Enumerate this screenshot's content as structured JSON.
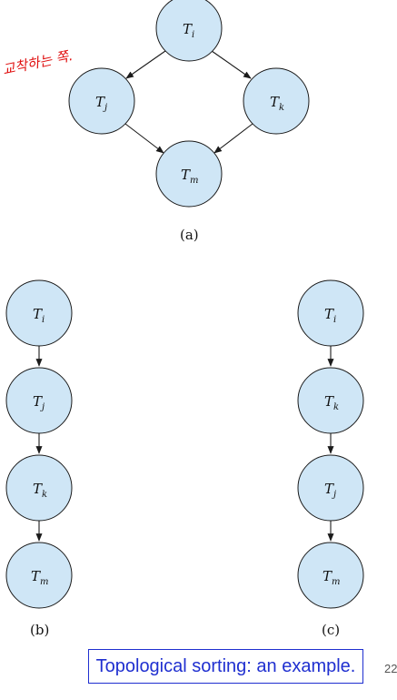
{
  "annotation": {
    "handwriting": "교착하는 쪽."
  },
  "diagram_a": {
    "caption": "(a)",
    "nodes": [
      {
        "id": "i",
        "base": "T",
        "sub": "i"
      },
      {
        "id": "j",
        "base": "T",
        "sub": "j"
      },
      {
        "id": "k",
        "base": "T",
        "sub": "k"
      },
      {
        "id": "m",
        "base": "T",
        "sub": "m"
      }
    ]
  },
  "diagram_b": {
    "caption": "(b)",
    "nodes": [
      {
        "id": "i",
        "base": "T",
        "sub": "i"
      },
      {
        "id": "j",
        "base": "T",
        "sub": "j"
      },
      {
        "id": "k",
        "base": "T",
        "sub": "k"
      },
      {
        "id": "m",
        "base": "T",
        "sub": "m"
      }
    ]
  },
  "diagram_c": {
    "caption": "(c)",
    "nodes": [
      {
        "id": "i",
        "base": "T",
        "sub": "i"
      },
      {
        "id": "k",
        "base": "T",
        "sub": "k"
      },
      {
        "id": "j",
        "base": "T",
        "sub": "j"
      },
      {
        "id": "m",
        "base": "T",
        "sub": "m"
      }
    ]
  },
  "slide": {
    "title": "Topological sorting: an example.",
    "page_number": "22"
  }
}
